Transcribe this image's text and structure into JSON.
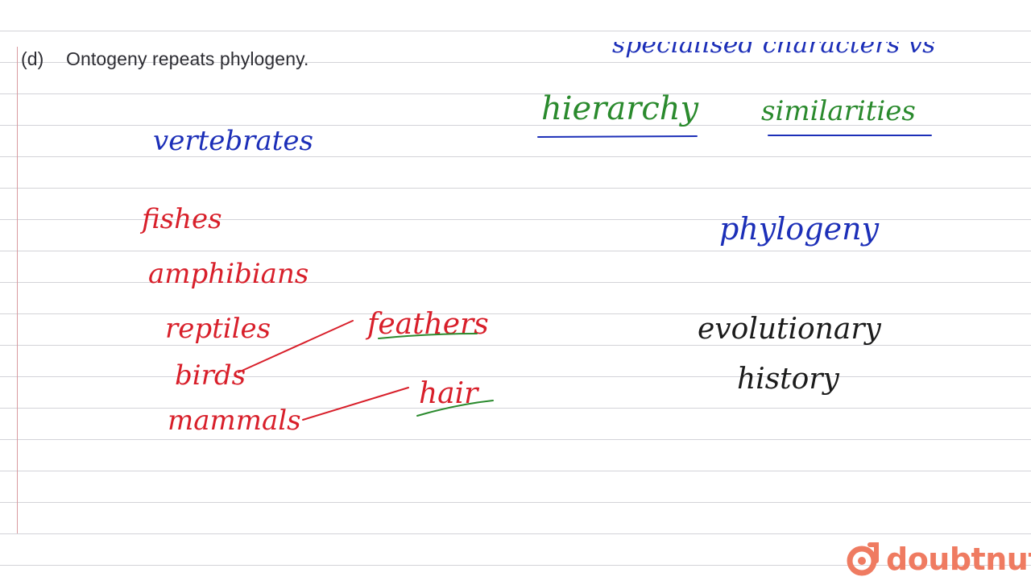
{
  "question": {
    "option_label": "(d)",
    "option_text": "Ontogeny repeats phylogeny."
  },
  "notes": {
    "top_right_partial": "specialised characters vs",
    "hierarchy": "hierarchy",
    "similarities": "similarities",
    "vertebrates": "vertebrates",
    "fishes": "fishes",
    "amphibians": "amphibians",
    "reptiles": "reptiles",
    "birds": "birds",
    "mammals": "mammals",
    "feathers": "feathers",
    "hair": "hair",
    "phylogeny": "phylogeny",
    "evolutionary": "evolutionary",
    "history": "history"
  },
  "brand": {
    "name": "doubtnut",
    "color": "#ef7b61"
  },
  "colors": {
    "blue_ink": "#1c2fb8",
    "red_ink": "#d81f2a",
    "green_ink": "#2a8a2d",
    "black_ink": "#1b1b1b"
  }
}
